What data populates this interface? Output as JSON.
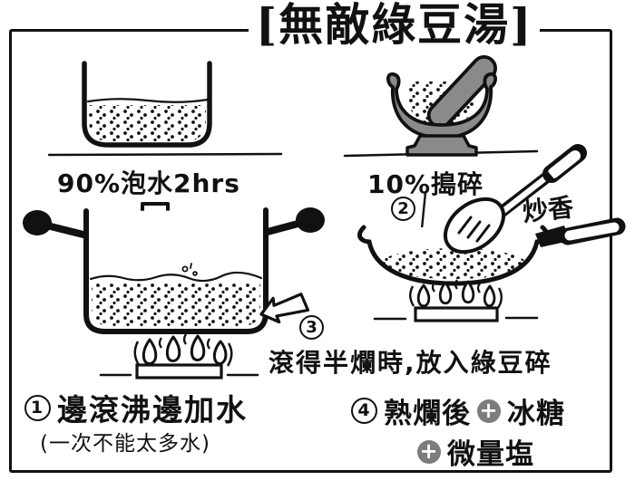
{
  "title": "[無敵綠豆湯]",
  "colors": {
    "ink": "#111111",
    "gray": "#8a8a8a",
    "paper": "#ffffff",
    "badge_gray": "#7d7d7d"
  },
  "left_flow": {
    "soak_label": "90%泡水2hrs",
    "step1_num": "1",
    "step1_text": "邊滾沸邊加水",
    "step1_note": "(一次不能太多水)",
    "step3_num": "3"
  },
  "right_flow": {
    "crush_label": "10%搗碎",
    "step2_num": "2",
    "stirfry_label": "炒香",
    "half_done_note": "滾得半爛時,放入綠豆碎",
    "step4_num": "4",
    "step4_text": "熟爛後",
    "plus_sign": "+",
    "addition1": "冰糖",
    "addition2": "微量塩"
  },
  "illustrations": {
    "soaking_bowl": "bowl-of-beans-icon",
    "down_arrow": "down-block-arrow-icon",
    "pot": "two-handle-pot-icon",
    "stove_flame": "flame-icon",
    "burner": "burner-base-icon",
    "add_water_arrow": "left-block-arrow-icon",
    "mortar_pestle": "mortar-pestle-icon",
    "pour_arrow": "thin-down-arrow-icon",
    "spatula": "spatula-icon",
    "pan": "frying-pan-icon"
  }
}
